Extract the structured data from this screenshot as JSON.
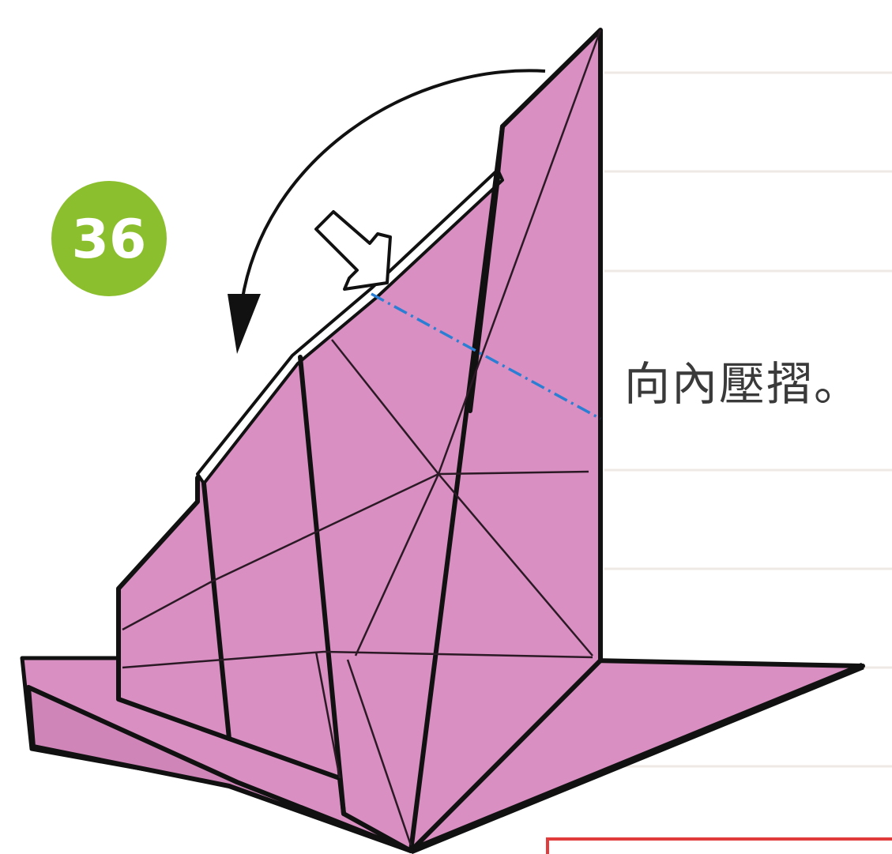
{
  "step": {
    "number": "36",
    "badge_color": "#8cbf2e"
  },
  "instruction": {
    "text": "向內壓摺。"
  },
  "colors": {
    "paper": "#d98fc1",
    "paper_light": "#e6a8d2",
    "outline": "#111111",
    "fold_line": "#2a7fd4",
    "rule_line": "#f0ecea",
    "frame_line": "#e13b3b"
  },
  "symbols": {
    "fold_arrow": "curved-arrow-icon",
    "push_arrow": "push-arrow-icon",
    "fold_line": "mountain-fold-line"
  }
}
